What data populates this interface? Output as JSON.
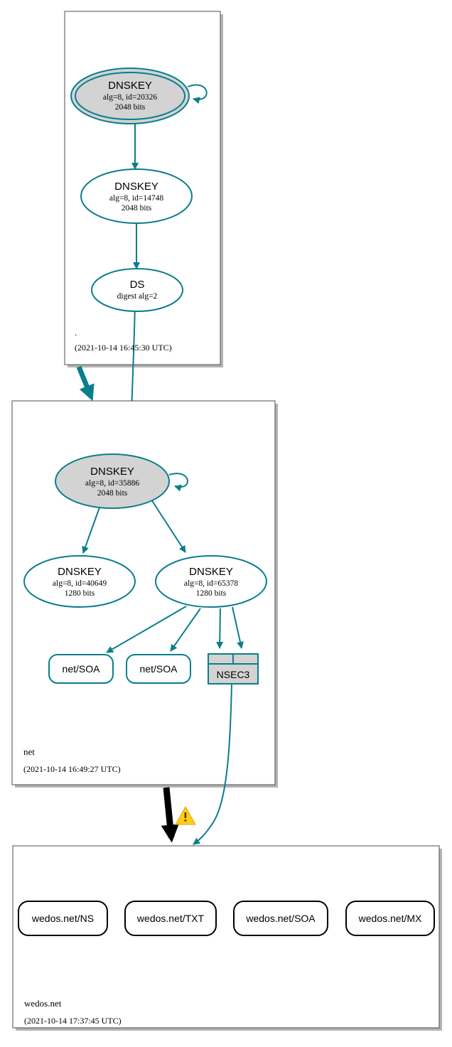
{
  "diagram": {
    "kind": "dnssec-authentication-chain",
    "accent_color": "#0a7e8c",
    "key_fill_color": "#d3d3d3",
    "insecure_color": "#000000",
    "warning_color": "#ffcc18"
  },
  "zones": [
    {
      "id": "root",
      "name": ".",
      "timestamp": "(2021-10-14 16:45:30 UTC)",
      "nodes": [
        {
          "id": "root-ksk",
          "type": "DNSKEY",
          "title": "DNSKEY",
          "line2": "alg=8, id=20326",
          "line3": "2048 bits",
          "style": "trust-anchor-filled-double"
        },
        {
          "id": "root-zsk",
          "type": "DNSKEY",
          "title": "DNSKEY",
          "line2": "alg=8, id=14748",
          "line3": "2048 bits",
          "style": "plain"
        },
        {
          "id": "root-ds",
          "type": "DS",
          "title": "DS",
          "line2": "digest alg=2",
          "line3": "",
          "style": "plain"
        }
      ]
    },
    {
      "id": "net",
      "name": "net",
      "timestamp": "(2021-10-14 16:49:27 UTC)",
      "nodes": [
        {
          "id": "net-ksk",
          "type": "DNSKEY",
          "title": "DNSKEY",
          "line2": "alg=8, id=35886",
          "line3": "2048 bits",
          "style": "filled"
        },
        {
          "id": "net-zsk-40649",
          "type": "DNSKEY",
          "title": "DNSKEY",
          "line2": "alg=8, id=40649",
          "line3": "1280 bits",
          "style": "plain"
        },
        {
          "id": "net-zsk-65378",
          "type": "DNSKEY",
          "title": "DNSKEY",
          "line2": "alg=8, id=65378",
          "line3": "1280 bits",
          "style": "plain"
        }
      ],
      "rrsets": [
        {
          "id": "net-soa-1",
          "label": "net/SOA",
          "style": "secure"
        },
        {
          "id": "net-soa-2",
          "label": "net/SOA",
          "style": "secure"
        },
        {
          "id": "net-nsec3",
          "label": "NSEC3",
          "style": "nsec-table"
        }
      ]
    },
    {
      "id": "wedos",
      "name": "wedos.net",
      "timestamp": "(2021-10-14 17:37:45 UTC)",
      "rrsets": [
        {
          "id": "wedos-ns",
          "label": "wedos.net/NS",
          "style": "insecure"
        },
        {
          "id": "wedos-txt",
          "label": "wedos.net/TXT",
          "style": "insecure"
        },
        {
          "id": "wedos-soa",
          "label": "wedos.net/SOA",
          "style": "insecure"
        },
        {
          "id": "wedos-mx",
          "label": "wedos.net/MX",
          "style": "insecure"
        }
      ]
    }
  ],
  "indicators": [
    {
      "id": "delegation-warning",
      "icon": "warning-triangle-icon",
      "glyph": "!",
      "meaning": "insecure-delegation"
    }
  ]
}
